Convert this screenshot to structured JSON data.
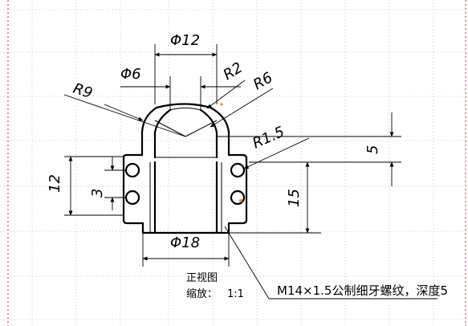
{
  "drawing": {
    "dims": {
      "phi12": "Φ12",
      "phi6": "Φ6",
      "r2": "R2",
      "r6": "R6",
      "r9": "R9",
      "r15": "R1.5",
      "d5": "5",
      "d12": "12",
      "d3": "3",
      "d15": "15",
      "phi18": "Φ18"
    },
    "view_label": "正视图",
    "scale_label": "缩放：",
    "scale_value": "1:1",
    "thread_note": "M14×1.5公制细牙螺纹，深度5"
  },
  "colors": {
    "grid": "#c8c8c8",
    "border_mark": "#e02020",
    "line": "#000000"
  }
}
